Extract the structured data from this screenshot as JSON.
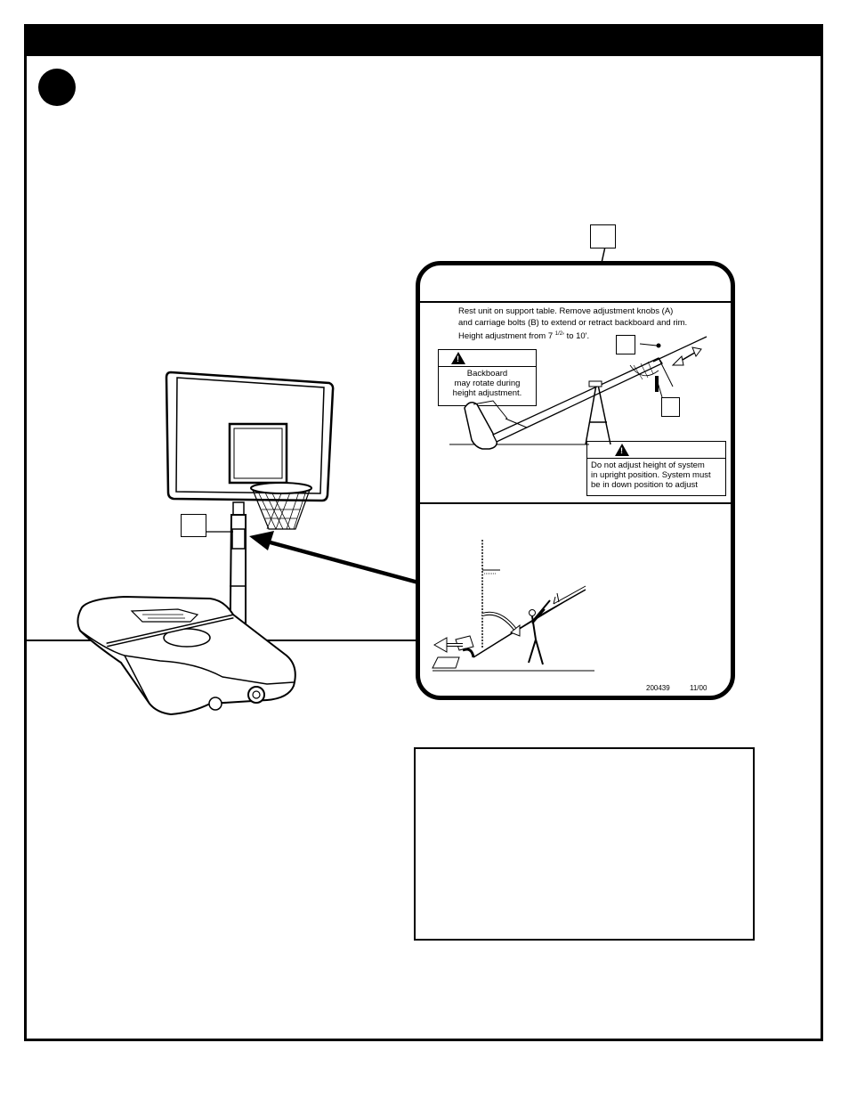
{
  "label": {
    "instructions": [
      "Rest unit on support table.  Remove adjustment knobs (A)",
      "and carriage bolts (B) to extend or retract backboard and rim.",
      "Height adjustment from 7 "
    ],
    "height_fraction": "1/2",
    "height_suffix": "' to 10'.",
    "warning_backboard": [
      "Backboard",
      "may rotate during",
      "height adjustment."
    ],
    "warning_upright": [
      "Do not adjust height of system",
      "in upright position.  System must",
      "be in down position to adjust"
    ],
    "part_number": "200439",
    "date_code": "11/00"
  },
  "icons": {
    "warning": "warning-triangle-icon",
    "step": "step-number-icon"
  },
  "colors": {
    "ink": "#000000",
    "paper": "#ffffff"
  }
}
